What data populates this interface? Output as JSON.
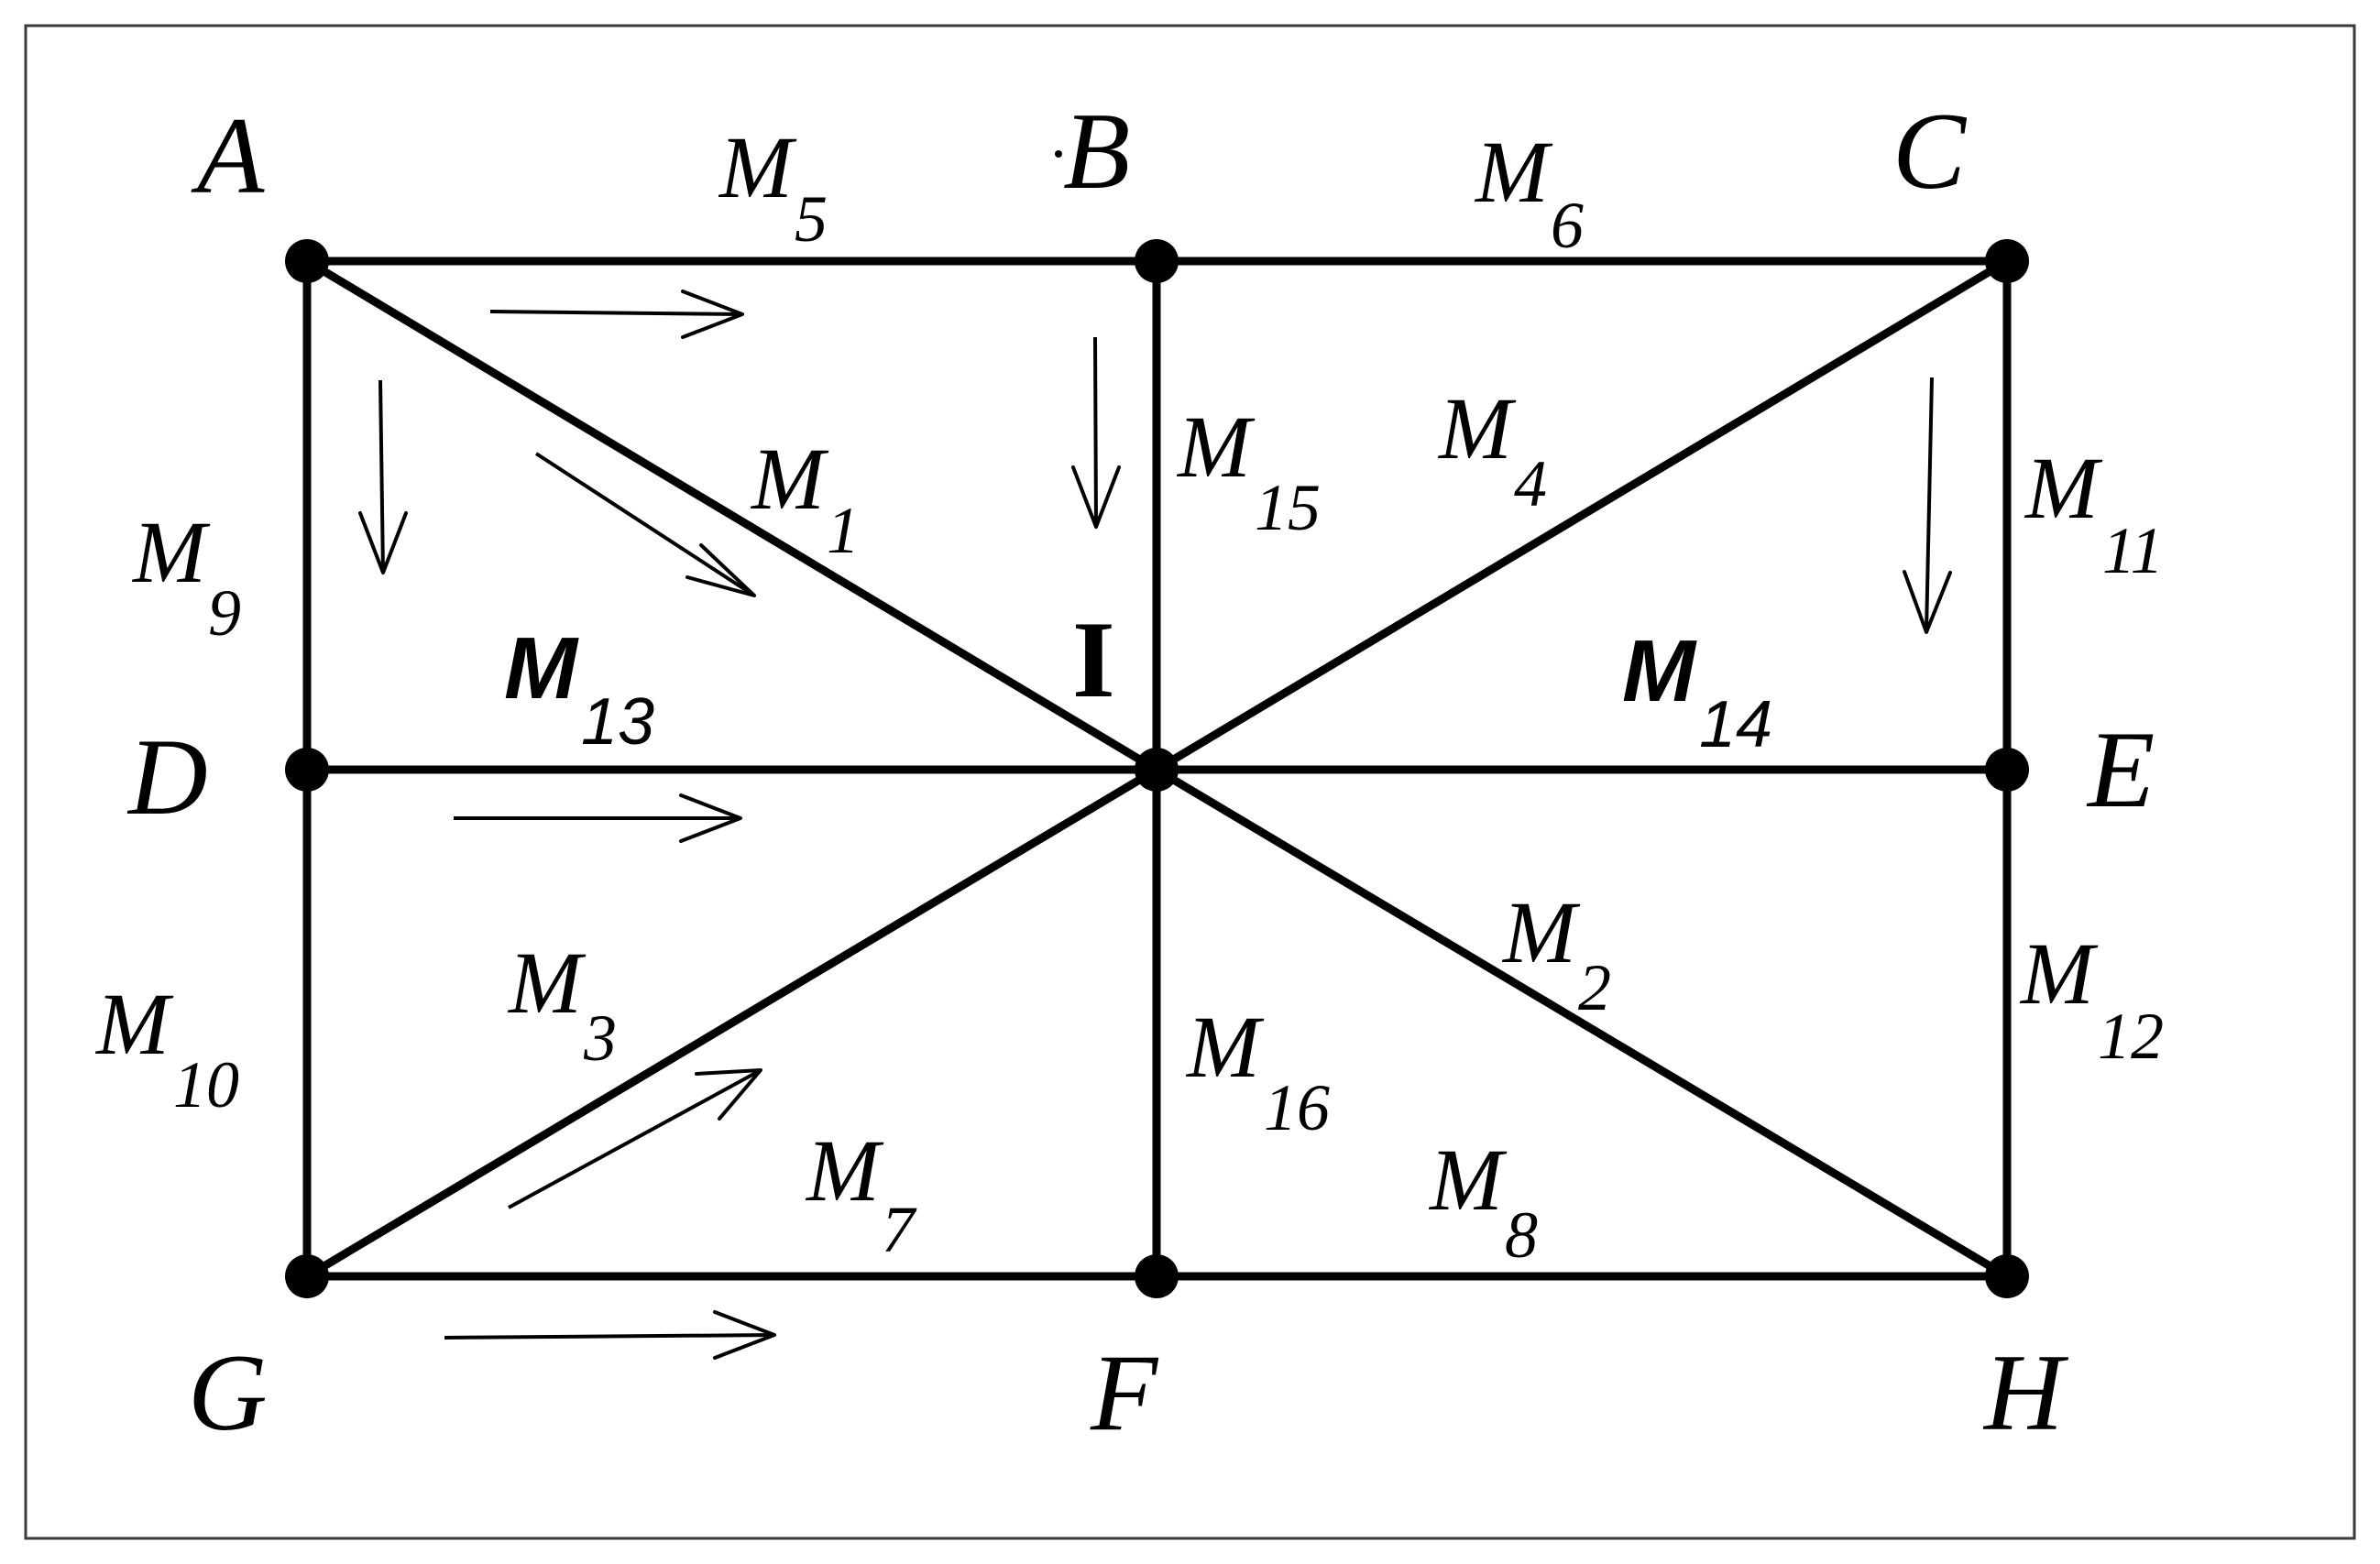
{
  "vertices": [
    {
      "id": "A",
      "label": "A"
    },
    {
      "id": "B",
      "label": "B"
    },
    {
      "id": "C",
      "label": "C"
    },
    {
      "id": "D",
      "label": "D"
    },
    {
      "id": "E",
      "label": "E"
    },
    {
      "id": "F",
      "label": "F"
    },
    {
      "id": "G",
      "label": "G"
    },
    {
      "id": "H",
      "label": "H"
    },
    {
      "id": "I",
      "label": "I"
    }
  ],
  "edges": [
    {
      "id": "M1",
      "from": "A",
      "to": "I",
      "label_main": "M",
      "label_sub": "1"
    },
    {
      "id": "M2",
      "from": "I",
      "to": "H",
      "label_main": "M",
      "label_sub": "2"
    },
    {
      "id": "M3",
      "from": "G",
      "to": "I",
      "label_main": "M",
      "label_sub": "3"
    },
    {
      "id": "M4",
      "from": "I",
      "to": "C",
      "label_main": "M",
      "label_sub": "4"
    },
    {
      "id": "M5",
      "from": "A",
      "to": "B",
      "label_main": "M",
      "label_sub": "5"
    },
    {
      "id": "M6",
      "from": "B",
      "to": "C",
      "label_main": "M",
      "label_sub": "6"
    },
    {
      "id": "M7",
      "from": "G",
      "to": "F",
      "label_main": "M",
      "label_sub": "7"
    },
    {
      "id": "M8",
      "from": "F",
      "to": "H",
      "label_main": "M",
      "label_sub": "8"
    },
    {
      "id": "M9",
      "from": "A",
      "to": "D",
      "label_main": "M",
      "label_sub": "9"
    },
    {
      "id": "M10",
      "from": "D",
      "to": "G",
      "label_main": "M",
      "label_sub": "10"
    },
    {
      "id": "M11",
      "from": "C",
      "to": "E",
      "label_main": "M",
      "label_sub": "11"
    },
    {
      "id": "M12",
      "from": "E",
      "to": "H",
      "label_main": "M",
      "label_sub": "12"
    },
    {
      "id": "M13",
      "from": "D",
      "to": "I",
      "label_main": "M",
      "label_sub": "13"
    },
    {
      "id": "M14",
      "from": "I",
      "to": "E",
      "label_main": "M",
      "label_sub": "14"
    },
    {
      "id": "M15",
      "from": "B",
      "to": "I",
      "label_main": "M",
      "label_sub": "15"
    },
    {
      "id": "M16",
      "from": "I",
      "to": "F",
      "label_main": "M",
      "label_sub": "16"
    }
  ],
  "direction_arrows": [
    {
      "id": "arrow-top-right",
      "direction": "right"
    },
    {
      "id": "arrow-a-down",
      "direction": "down"
    },
    {
      "id": "arrow-a-diag",
      "direction": "down-right"
    },
    {
      "id": "arrow-b-down",
      "direction": "down"
    },
    {
      "id": "arrow-c-down",
      "direction": "down"
    },
    {
      "id": "arrow-middle-right",
      "direction": "right"
    },
    {
      "id": "arrow-g-diag",
      "direction": "up-right"
    },
    {
      "id": "arrow-bottom-right",
      "direction": "right"
    }
  ],
  "colors": {
    "line": "#000000",
    "background": "#ffffff",
    "frame": "#3a3a3a"
  }
}
